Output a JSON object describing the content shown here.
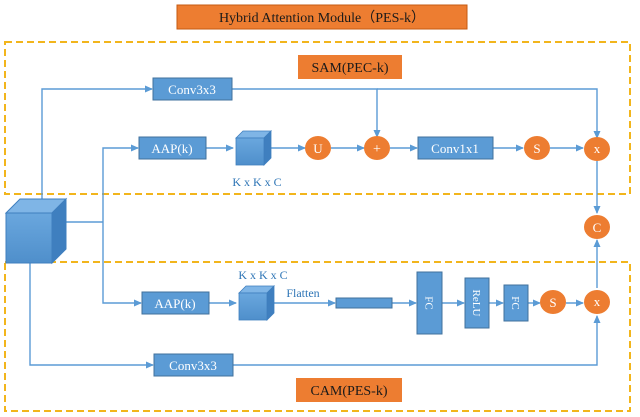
{
  "title": "Hybrid  Attention Module（PES-k）",
  "sam": {
    "label": "SAM(PEC-k)",
    "conv3x3": "Conv3x3",
    "aap": "AAP(k)",
    "cube_caption": "K x K x C",
    "upsample": "U",
    "add": "+",
    "conv1x1": "Conv1x1",
    "sigmoid": "S",
    "multiply": "x"
  },
  "concat": "C",
  "cam": {
    "label": "CAM(PES-k)",
    "cube_caption": "K x K x C",
    "aap": "AAP(k)",
    "flatten": "Flatten",
    "fc1": "FC",
    "relu": "ReLU",
    "fc2": "FC",
    "sigmoid": "S",
    "multiply": "x",
    "conv3x3": "Conv3x3"
  },
  "colors": {
    "orange": "#ed7d31",
    "blue": "#5b9bd5",
    "dashed_border": "#f2b51c",
    "arrow": "#5b9bd5"
  }
}
